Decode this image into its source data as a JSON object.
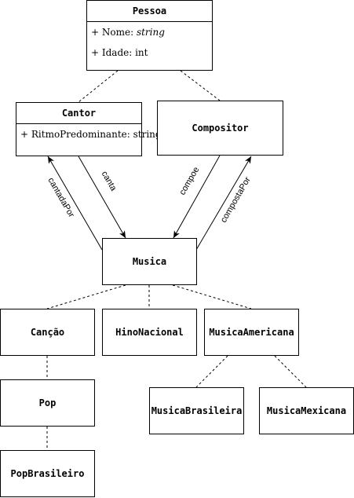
{
  "classes": {
    "pessoa": {
      "name": "Pessoa",
      "attributes": [
        {
          "prefix": "+ Nome: ",
          "type": "string"
        },
        {
          "prefix": "+ Idade: ",
          "type": "int"
        }
      ]
    },
    "cantor": {
      "name": "Cantor",
      "attributes": [
        {
          "text": "+ RitmoPredominante: string"
        }
      ]
    },
    "compositor": {
      "name": "Compositor"
    },
    "musica": {
      "name": "Musica"
    },
    "cancao": {
      "name": "Canção"
    },
    "hino_nacional": {
      "name": "HinoNacional"
    },
    "musica_americana": {
      "name": "MusicaAmericana"
    },
    "pop": {
      "name": "Pop"
    },
    "pop_brasileiro": {
      "name": "PopBrasileiro"
    },
    "musica_brasileira": {
      "name": "MusicaBrasileira"
    },
    "musica_mexicana": {
      "name": "MusicaMexicana"
    }
  },
  "relations": {
    "cantada_por": "cantadaPor",
    "canta": "canta",
    "compoe": "compoe",
    "composta_por": "compostaPor"
  },
  "colors": {
    "stroke": "#000000",
    "background": "#ffffff"
  }
}
